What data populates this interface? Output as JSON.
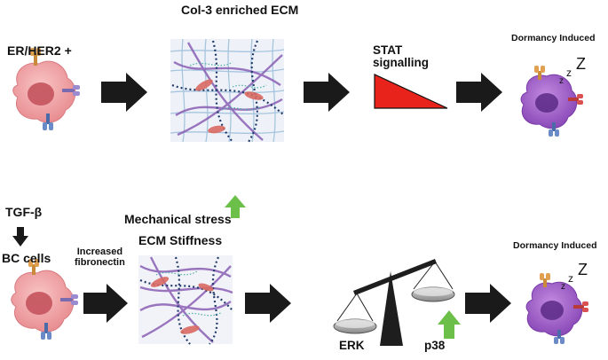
{
  "top_row": {
    "title": "Col-3 enriched ECM",
    "receptor_label": "ER/HER2 +",
    "signal_label_line1": "STAT",
    "signal_label_line2": "signalling",
    "outcome_label": "Dormancy Induced",
    "sleep_letters": [
      "z",
      "z",
      "Z"
    ]
  },
  "bottom_row": {
    "stimulus_label": "TGF-β",
    "cells_label": "BC cells",
    "fibronectin_line1": "Increased",
    "fibronectin_line2": "fibronectin",
    "stress_label": "Mechanical stress",
    "stiffness_label": "ECM Stiffness",
    "balance_left_label": "ERK",
    "balance_right_label": "p38",
    "outcome_label": "Dormancy Induced",
    "sleep_letters": [
      "z",
      "z",
      "Z"
    ]
  },
  "colors": {
    "arrow": "#1a1a1a",
    "signal_wedge": "#e8231c",
    "up_arrow": "#6cc04a",
    "tumor_cell": "#f2a5a5",
    "dormant_cell": "#a064c8",
    "ecm_background": "#e8eef7"
  }
}
